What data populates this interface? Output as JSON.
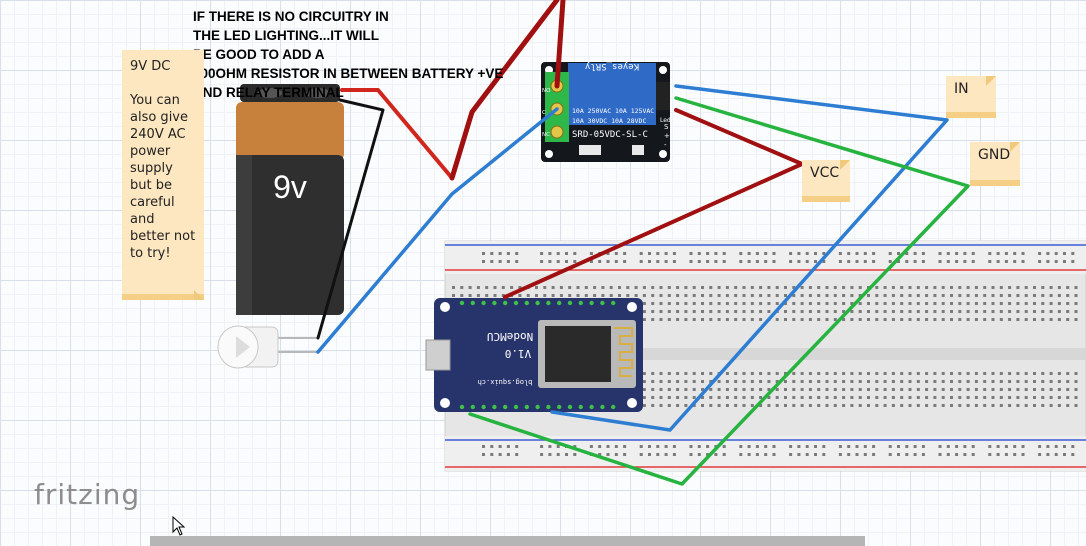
{
  "caption": "IF THERE IS NO CIRCUITRY IN\nTHE LED LIGHTING...IT WILL\nBE GOOD TO ADD A\n100OHM RESISTOR IN BETWEEN BATTERY +VE\n            AND RELAY TERMINAL",
  "battery_note": {
    "title": "9V DC",
    "body": "You can also give 240V AC power supply but be careful and better not to try!"
  },
  "battery_label": "9v",
  "labels": {
    "in": "IN",
    "gnd": "GND",
    "vcc": "VCC"
  },
  "relay": {
    "brand": "Keyes_SRly",
    "spec_line1": "10A 250VAC   10A 125VAC",
    "spec_line2": "10A 30VDC    10A 28VDC",
    "model": "SRD-05VDC-SL-C",
    "pins": [
      "S",
      "+",
      "-"
    ],
    "led_label": "Led",
    "term_labels": [
      "NO",
      "C",
      "NC"
    ]
  },
  "nodemcu": {
    "name": "NodeMCU",
    "version": "V1.0",
    "site": "blog.squix.ch"
  },
  "app_logo": "fritzing",
  "colors": {
    "red_wire": "#d0261d",
    "dark_red_wire": "#a01010",
    "blue_wire": "#2d7dd2",
    "green_wire": "#27b33f",
    "note_bg": "#fde7c0"
  }
}
